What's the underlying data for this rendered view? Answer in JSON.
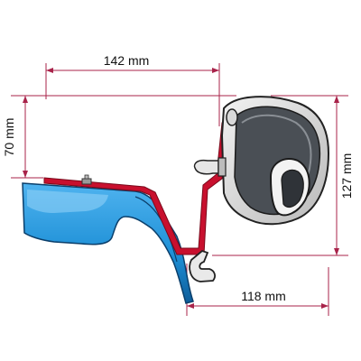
{
  "dimensions": {
    "top_width": "142 mm",
    "left_height": "70 mm",
    "right_height": "127 mm",
    "bottom_width": "118 mm"
  },
  "colors": {
    "dimension_line": "#a8234a",
    "vehicle_body": "#1d8fd6",
    "vehicle_body_dark": "#0f5f9e",
    "bracket": "#c8102e",
    "awning_case": "#3b3f44",
    "outline": "#222222"
  }
}
